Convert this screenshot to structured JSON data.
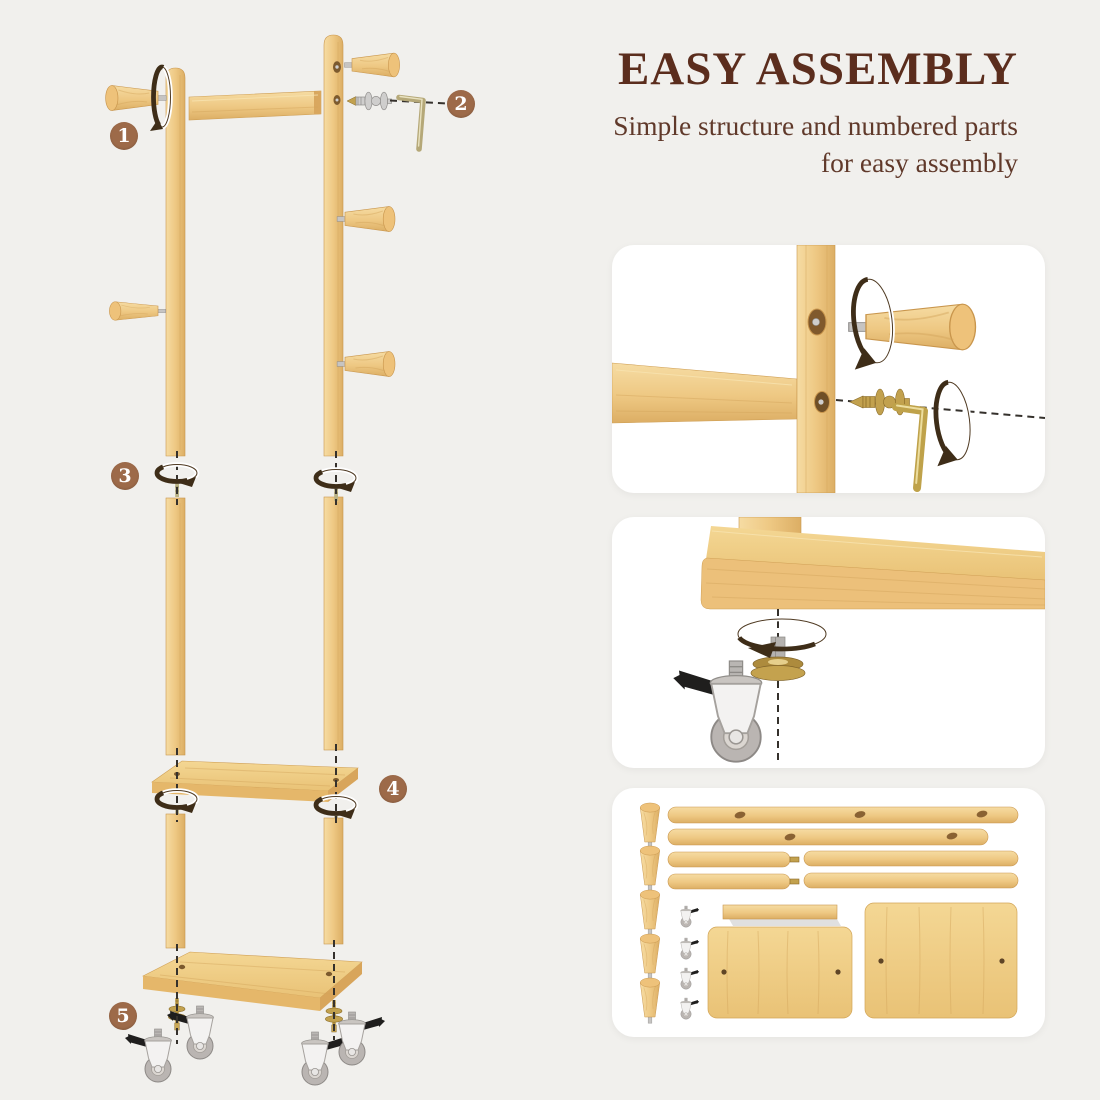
{
  "title": "EASY ASSEMBLY",
  "subtitle": {
    "line1": "Simple structure and numbered parts",
    "line2": "for easy assembly"
  },
  "steps": [
    {
      "number": "1",
      "name": "top-hook-installation"
    },
    {
      "number": "2",
      "name": "screw-and-hex-key-fastening"
    },
    {
      "number": "3",
      "name": "pole-sections-screw-together"
    },
    {
      "number": "4",
      "name": "middle-shelf-attachment"
    },
    {
      "number": "5",
      "name": "caster-wheel-installation"
    }
  ],
  "insets": [
    {
      "name": "hook-and-screw-close-up"
    },
    {
      "name": "caster-mounting-close-up"
    },
    {
      "name": "all-parts-overview"
    }
  ],
  "colors": {
    "background": "#f1f0ed",
    "card": "#ffffff",
    "title_text": "#5b2d1d",
    "subtitle_text": "#60392a",
    "badge": "#9d6a49",
    "badge_text": "#ffffff",
    "wood_light": "#f6dca3",
    "wood_mid": "#eec883",
    "wood_dark": "#d9a75e",
    "arrow_brown": "#3e2d18",
    "brass": "#c2a14e",
    "silver": "#cfcecd"
  }
}
